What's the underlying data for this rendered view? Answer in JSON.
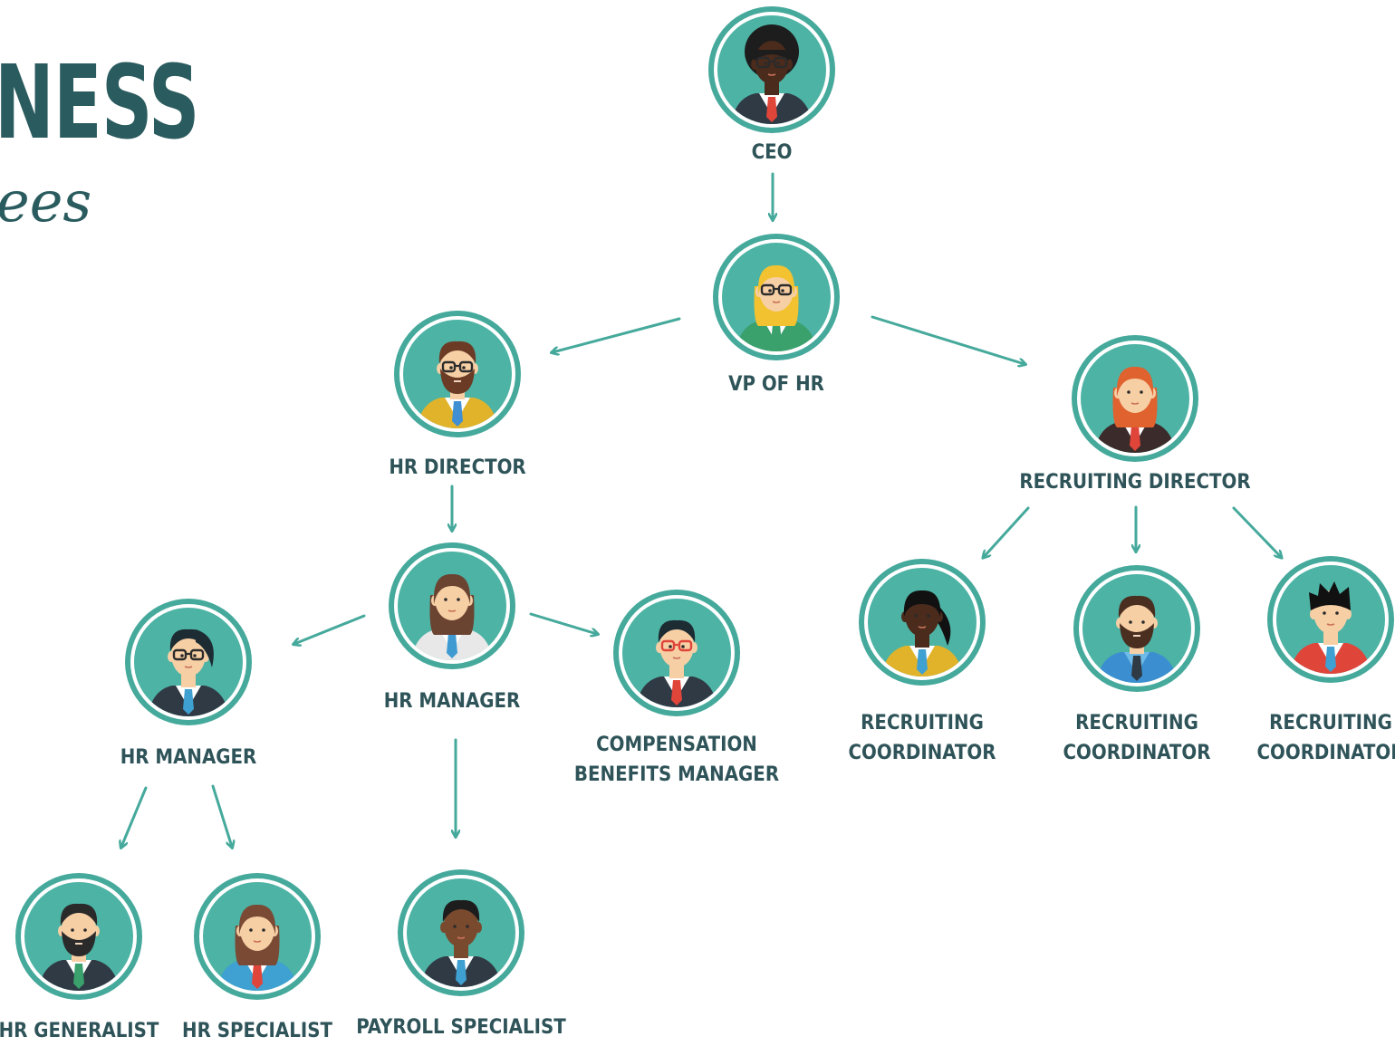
{
  "title": {
    "main": "NESS",
    "sub": "ees"
  },
  "colors": {
    "teal": "#4db3a5",
    "ring": "#45a99b",
    "label": "#2e5358",
    "title": "#2a5b5e",
    "arrow": "#45a99b"
  },
  "nodes": {
    "ceo": {
      "label": [
        "CEO"
      ],
      "avatar": "man-afro-glasses-suit"
    },
    "vp_hr": {
      "label": [
        "VP OF HR"
      ],
      "avatar": "woman-blonde-glasses"
    },
    "hr_director": {
      "label": [
        "HR DIRECTOR"
      ],
      "avatar": "man-bearded-glasses"
    },
    "hr_manager_center": {
      "label": [
        "HR MANAGER"
      ],
      "avatar": "woman-long-hair"
    },
    "hr_manager_left": {
      "label": [
        "HR MANAGER"
      ],
      "avatar": "person-side-hair-glasses"
    },
    "comp_benefits": {
      "label": [
        "COMPENSATION",
        "BENEFITS MANAGER"
      ],
      "avatar": "man-glasses-suit"
    },
    "recruiting_director": {
      "label": [
        "RECRUITING DIRECTOR"
      ],
      "avatar": "woman-red-hair"
    },
    "recruiting_coord_1": {
      "label": [
        "RECRUITING",
        "COORDINATOR"
      ],
      "avatar": "woman-ponytail"
    },
    "recruiting_coord_2": {
      "label": [
        "RECRUITING",
        "COORDINATOR"
      ],
      "avatar": "man-beard-striped"
    },
    "recruiting_coord_3": {
      "label": [
        "RECRUITING",
        "COORDINATOR"
      ],
      "avatar": "man-spiky-hair"
    },
    "hr_generalist": {
      "label": [
        "HR GENERALIST"
      ],
      "avatar": "man-mohawk"
    },
    "hr_specialist": {
      "label": [
        "HR SPECIALIST"
      ],
      "avatar": "woman-brown-hair"
    },
    "payroll_specialist": {
      "label": [
        "PAYROLL SPECIALIST"
      ],
      "avatar": "man-dark-skin"
    }
  },
  "edges": [
    [
      "ceo",
      "vp_hr"
    ],
    [
      "vp_hr",
      "hr_director"
    ],
    [
      "vp_hr",
      "recruiting_director"
    ],
    [
      "hr_director",
      "hr_manager_center"
    ],
    [
      "hr_manager_center",
      "hr_manager_left"
    ],
    [
      "hr_manager_center",
      "comp_benefits"
    ],
    [
      "hr_manager_center",
      "payroll_specialist"
    ],
    [
      "hr_manager_left",
      "hr_generalist"
    ],
    [
      "hr_manager_left",
      "hr_specialist"
    ],
    [
      "recruiting_director",
      "recruiting_coord_1"
    ],
    [
      "recruiting_director",
      "recruiting_coord_2"
    ],
    [
      "recruiting_director",
      "recruiting_coord_3"
    ]
  ]
}
